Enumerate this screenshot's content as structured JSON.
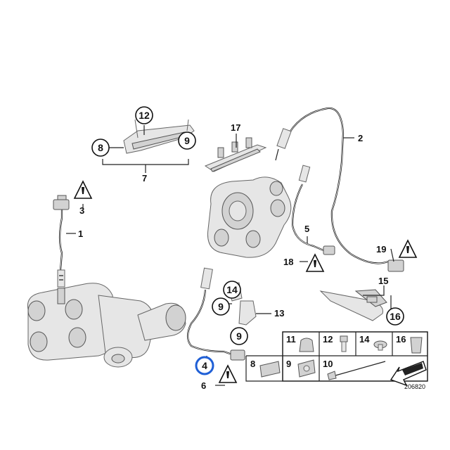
{
  "diagram_id": "206820",
  "callouts": {
    "c1": "1",
    "c2": "2",
    "c3": "3",
    "c4": "4",
    "c5": "5",
    "c6": "6",
    "c7": "7",
    "c8": "8",
    "c9a": "9",
    "c9b": "9",
    "c9c": "9",
    "c12": "12",
    "c13": "13",
    "c14": "14",
    "c15": "15",
    "c16": "16",
    "c17": "17",
    "c18": "18",
    "c19": "19"
  },
  "legend": {
    "cells": [
      {
        "number": "11"
      },
      {
        "number": "12"
      },
      {
        "number": "14"
      },
      {
        "number": "16"
      },
      {
        "number": "8"
      },
      {
        "number": "9"
      },
      {
        "number": "10"
      }
    ]
  },
  "colors": {
    "highlight": "#1f5fd6",
    "line": "#222222",
    "part_fill": "#e6e6e6"
  }
}
